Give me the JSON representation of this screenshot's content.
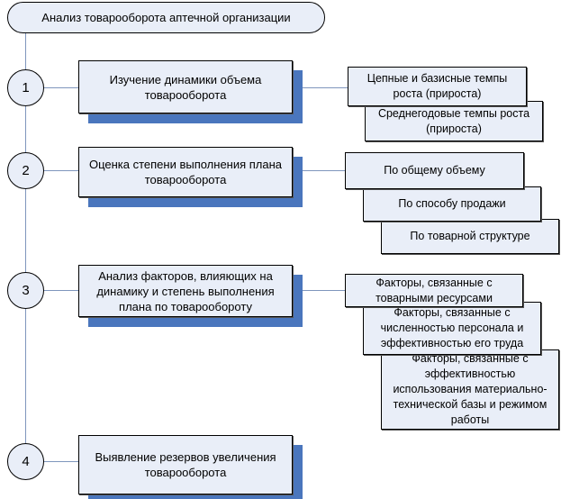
{
  "title": "Анализ товарооборота аптечной организации",
  "steps": [
    {
      "number": "1",
      "label": "Изучение динамики объема товарооборота",
      "sub": [
        "Цепные и базисные темпы роста (прироста)",
        "Среднегодовые темпы роста (прироста)"
      ]
    },
    {
      "number": "2",
      "label": "Оценка степени выполнения плана товарооборота",
      "sub": [
        "По общему объему",
        "По способу продажи",
        "По товарной структуре"
      ]
    },
    {
      "number": "3",
      "label": "Анализ факторов, влияющих на динамику и степень выполнения плана по товарообороту",
      "sub": [
        "Факторы, связанные с товарными ресурсами",
        "Факторы, связанные с численностью персонала и эффективностью его труда",
        "Факторы, связанные с эффективностью использования материально-технической базы и режимом работы"
      ]
    },
    {
      "number": "4",
      "label": "Выявление резервов увеличения товарооборота",
      "sub": []
    }
  ],
  "colors": {
    "box_fill": "#e9eef8",
    "shadow": "#4a76bd",
    "connector": "#7f96bd"
  }
}
